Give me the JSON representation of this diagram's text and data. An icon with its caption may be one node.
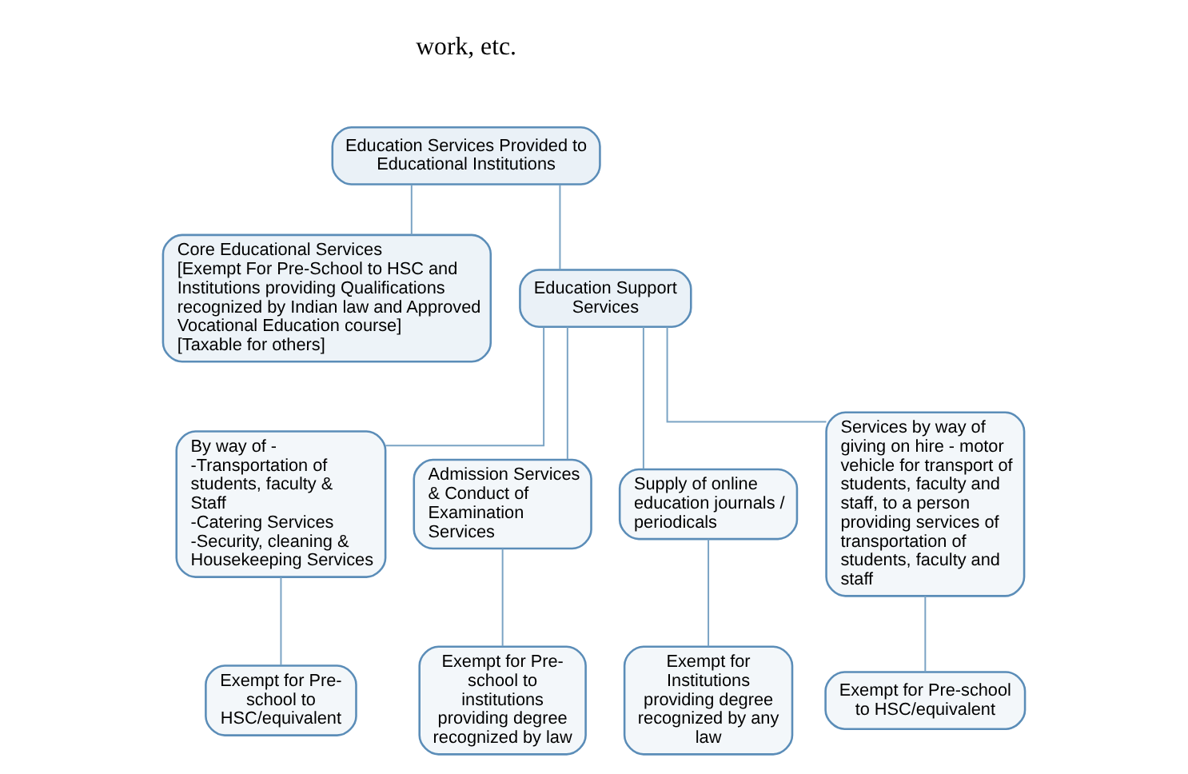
{
  "diagram": {
    "nodes": [
      {
        "text": [
          "Education Services Provided to Educational Institutions"
        ]
      },
      {
        "text": [
          "Core Educational Services",
          "[Exempt For Pre-School to HSC and Institutions providing Qualifications recognized by Indian law and Approved Vocational Education course]",
          "[Taxable for others]"
        ]
      },
      {
        "text": [
          "Education Support Services"
        ]
      },
      {
        "text": [
          "By way of -",
          "-Transportation of students, faculty & Staff",
          "-Catering Services",
          "-Security, cleaning & Housekeeping Services"
        ]
      },
      {
        "text": [
          "Admission Services & Conduct of Examination Services"
        ]
      },
      {
        "text": [
          "Supply of online education journals / periodicals"
        ]
      },
      {
        "text": [
          "Services by way of giving on hire - motor vehicle for transport of students, faculty and staff, to a person providing services of transportation of students, faculty and staff"
        ]
      },
      {
        "text": [
          "Exempt for Pre-school to HSC/equivalent"
        ]
      },
      {
        "text": [
          "Exempt for Pre-school to institutions providing degree recognized by law"
        ]
      },
      {
        "text": [
          "Exempt for Institutions providing degree recognized by any law"
        ]
      },
      {
        "text": [
          "Exempt for Pre-school to HSC/equivalent"
        ]
      }
    ],
    "edges": [
      {
        "from": 0,
        "to": 1,
        "arrow": "none"
      },
      {
        "from": 0,
        "to": 2,
        "arrow": "none"
      },
      {
        "from": 2,
        "to": 3,
        "arrow": "none"
      },
      {
        "from": 2,
        "to": 4,
        "arrow": "none"
      },
      {
        "from": 2,
        "to": 5,
        "arrow": "none"
      },
      {
        "from": 2,
        "to": 6,
        "arrow": "none"
      },
      {
        "from": 3,
        "to": 7,
        "arrow": "none"
      },
      {
        "from": 4,
        "to": 8,
        "arrow": "none"
      },
      {
        "from": 5,
        "to": 9,
        "arrow": "none"
      },
      {
        "from": 6,
        "to": 10,
        "arrow": "none"
      }
    ],
    "labels": [
      "work, etc."
    ]
  }
}
